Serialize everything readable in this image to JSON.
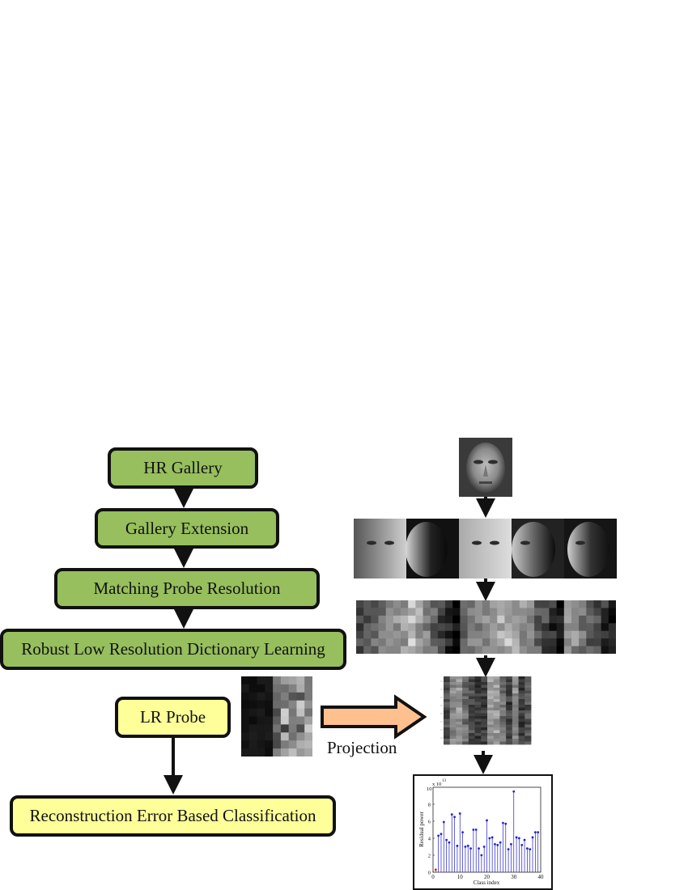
{
  "flow": {
    "hr_gallery": "HR Gallery",
    "gallery_extension": "Gallery Extension",
    "matching_probe_resolution": "Matching Probe Resolution",
    "dictionary_learning": "Robust Low Resolution Dictionary Learning",
    "lr_probe": "LR Probe",
    "classification": "Reconstruction Error Based Classification"
  },
  "projection_label": "Projection",
  "colors": {
    "green_box": "#97bf5d",
    "yellow_box": "#ffff99",
    "projection_arrow": "#ffc08f",
    "stem": "#2222cc"
  },
  "chart_data": {
    "type": "stem",
    "xlabel": "Class index",
    "ylabel": "Residual power",
    "y_multiplier": "x 10",
    "y_exponent": "13",
    "xlim": [
      0,
      40
    ],
    "ylim": [
      0,
      10
    ],
    "xticks": [
      0,
      10,
      20,
      30,
      40
    ],
    "yticks": [
      0,
      2,
      4,
      6,
      8,
      10
    ],
    "x": [
      1,
      2,
      3,
      4,
      5,
      6,
      7,
      8,
      9,
      10,
      11,
      12,
      13,
      14,
      15,
      16,
      17,
      18,
      19,
      20,
      21,
      22,
      23,
      24,
      25,
      26,
      27,
      28,
      29,
      30,
      31,
      32,
      33,
      34,
      35,
      36,
      37,
      38,
      39
    ],
    "values": [
      0.3,
      4.3,
      4.5,
      5.9,
      3.8,
      3.5,
      6.8,
      6.5,
      3.1,
      6.9,
      4.7,
      3.0,
      3.1,
      2.8,
      5.0,
      5.0,
      2.8,
      2.0,
      3.0,
      6.1,
      4.0,
      4.1,
      3.3,
      3.2,
      3.5,
      5.8,
      5.7,
      2.7,
      3.3,
      9.5,
      4.1,
      4.0,
      3.2,
      3.8,
      2.8,
      2.7,
      4.1,
      4.7,
      4.7
    ]
  }
}
